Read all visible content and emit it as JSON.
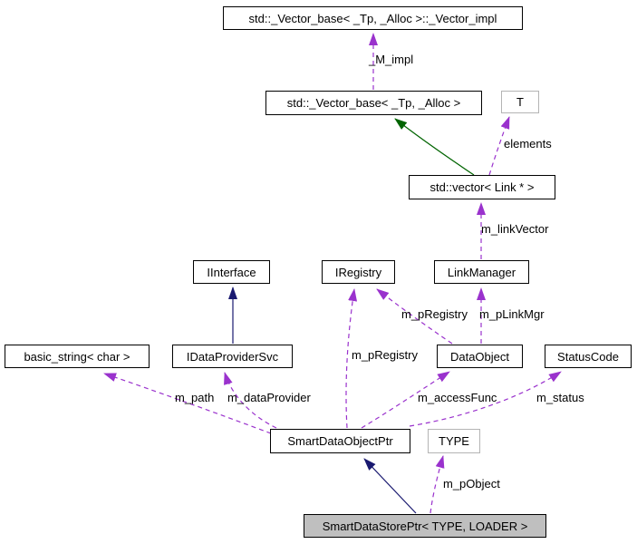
{
  "diagram": {
    "kind": "class-collaboration-graph",
    "colors": {
      "background": "#ffffff",
      "box_border": "#000000",
      "box_fill": "#ffffff",
      "template_box_border": "#b4b4b4",
      "selected_box_fill": "#bfbfbf",
      "usage_edge": "#9a32cd",
      "inheritance_edge": "#191970",
      "protected_inheritance_edge": "#006400",
      "text": "#000000"
    },
    "nodes": [
      {
        "id": "vector-impl",
        "label": "std::_Vector_base< _Tp, _Alloc >::_Vector_impl",
        "style": "class"
      },
      {
        "id": "vector-base",
        "label": "std::_Vector_base< _Tp, _Alloc >",
        "style": "class"
      },
      {
        "id": "t",
        "label": "T",
        "style": "template-param"
      },
      {
        "id": "vector-link",
        "label": "std::vector< Link * >",
        "style": "class"
      },
      {
        "id": "iinterface",
        "label": "IInterface",
        "style": "class"
      },
      {
        "id": "iregistry",
        "label": "IRegistry",
        "style": "class"
      },
      {
        "id": "linkmanager",
        "label": "LinkManager",
        "style": "class"
      },
      {
        "id": "basic-string",
        "label": "basic_string< char >",
        "style": "class"
      },
      {
        "id": "idataprovidersvc",
        "label": "IDataProviderSvc",
        "style": "class"
      },
      {
        "id": "dataobject",
        "label": "DataObject",
        "style": "class"
      },
      {
        "id": "statuscode",
        "label": "StatusCode",
        "style": "class"
      },
      {
        "id": "smartdataobjectptr",
        "label": "SmartDataObjectPtr",
        "style": "class"
      },
      {
        "id": "type",
        "label": "TYPE",
        "style": "template-param"
      },
      {
        "id": "smartdatastoreptr",
        "label": "SmartDataStorePtr< TYPE, LOADER >",
        "style": "selected"
      }
    ],
    "edges": [
      {
        "from": "std::_Vector_base< _Tp, _Alloc >",
        "to": "std::_Vector_base< _Tp, _Alloc >::_Vector_impl",
        "label": "_M_impl",
        "type": "usage"
      },
      {
        "from": "std::vector< Link * >",
        "to": "std::_Vector_base< _Tp, _Alloc >",
        "label": "",
        "type": "protected-inheritance"
      },
      {
        "from": "std::vector< Link * >",
        "to": "T",
        "label": "elements",
        "type": "usage"
      },
      {
        "from": "LinkManager",
        "to": "std::vector< Link * >",
        "label": "m_linkVector",
        "type": "usage"
      },
      {
        "from": "IDataProviderSvc",
        "to": "IInterface",
        "label": "",
        "type": "public-inheritance"
      },
      {
        "from": "DataObject",
        "to": "IRegistry",
        "label": "m_pRegistry",
        "type": "usage"
      },
      {
        "from": "DataObject",
        "to": "LinkManager",
        "label": "m_pLinkMgr",
        "type": "usage"
      },
      {
        "from": "SmartDataObjectPtr",
        "to": "IRegistry",
        "label": "m_pRegistry",
        "type": "usage"
      },
      {
        "from": "SmartDataObjectPtr",
        "to": "basic_string< char >",
        "label": "m_path",
        "type": "usage"
      },
      {
        "from": "SmartDataObjectPtr",
        "to": "IDataProviderSvc",
        "label": "m_dataProvider",
        "type": "usage"
      },
      {
        "from": "SmartDataObjectPtr",
        "to": "DataObject",
        "label": "m_accessFunc",
        "type": "usage"
      },
      {
        "from": "SmartDataObjectPtr",
        "to": "StatusCode",
        "label": "m_status",
        "type": "usage"
      },
      {
        "from": "SmartDataStorePtr< TYPE, LOADER >",
        "to": "SmartDataObjectPtr",
        "label": "",
        "type": "public-inheritance"
      },
      {
        "from": "SmartDataStorePtr< TYPE, LOADER >",
        "to": "TYPE",
        "label": "m_pObject",
        "type": "usage"
      }
    ]
  }
}
